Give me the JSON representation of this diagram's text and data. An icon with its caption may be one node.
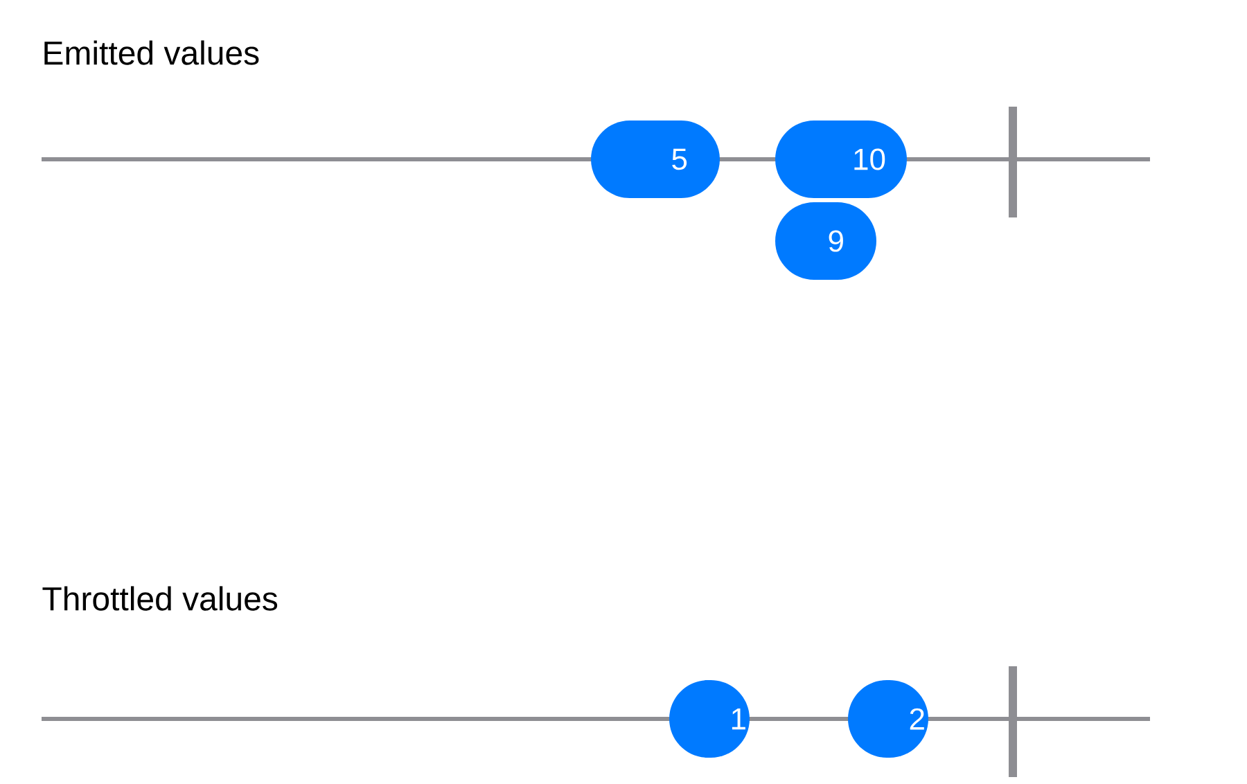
{
  "diagram": {
    "nodes": [
      {
        "text": [
          "5"
        ]
      },
      {
        "text": [
          "10"
        ]
      },
      {
        "text": [
          "9"
        ]
      },
      {
        "text": [
          "1"
        ]
      },
      {
        "text": [
          "2"
        ]
      }
    ],
    "labels": [
      "Emitted values",
      "Throttled values"
    ]
  }
}
